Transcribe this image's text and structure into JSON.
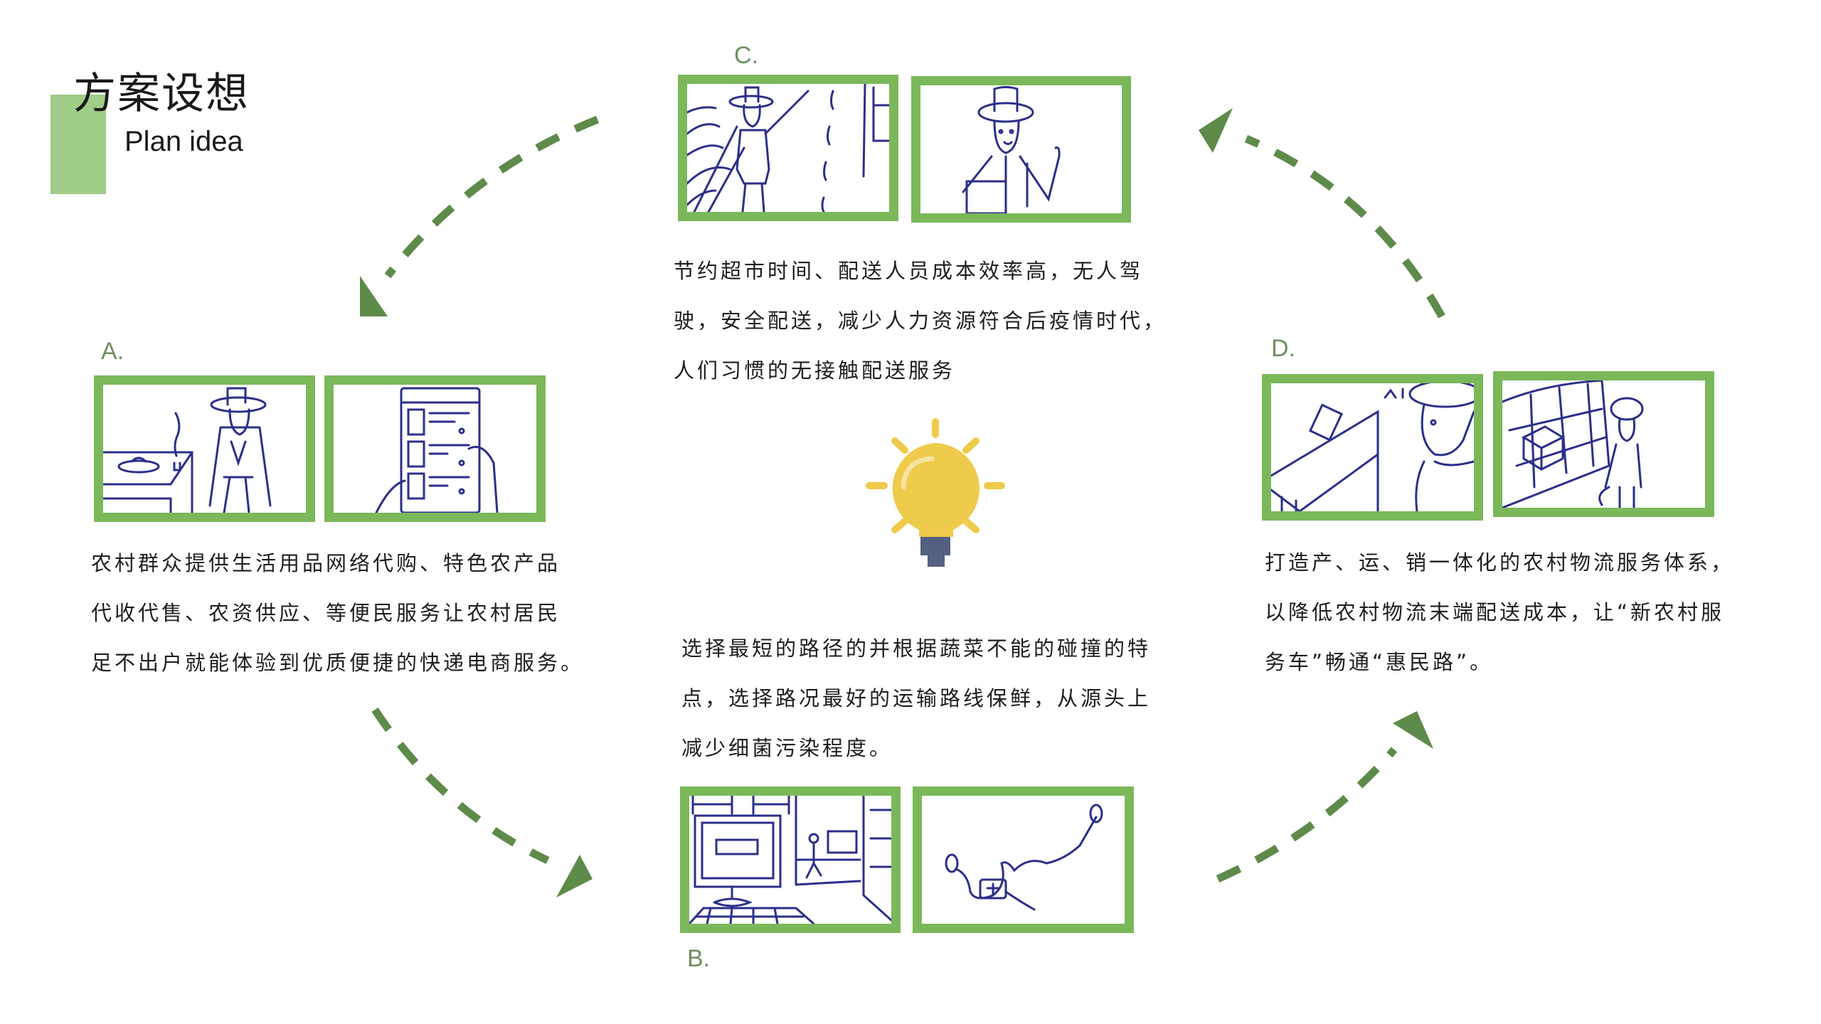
{
  "header": {
    "title_cn": "方案设想",
    "title_en": "Plan idea",
    "accent_block_color": "#A0CD87"
  },
  "colors": {
    "frame_border": "#7AB85A",
    "arrow": "#5E8A4A",
    "step_label": "#6E8F61",
    "sketch_ink": "#2B2F8A",
    "bulb_glass": "#EECB4A",
    "bulb_base": "#556080"
  },
  "center_icon": "lightbulb-icon",
  "steps": [
    {
      "id": "A",
      "label": "A.",
      "frames": [
        "person-sitting-with-tea-and-phone-sketch",
        "hand-holding-phone-app-list-sketch"
      ],
      "lines": [
        "农村群众提供生活用品网络代购、特色农产品",
        "代收代售、农资供应、等便民服务让农村居民",
        "足不出户就能体验到优质便捷的快递电商服务。"
      ]
    },
    {
      "id": "B",
      "label": "B.",
      "frames": [
        "warehouse-computer-sketch",
        "route-map-vehicle-sketch"
      ],
      "lines": [
        "选择最短的路径的并根据蔬菜不能的碰撞的特",
        "点，选择路况最好的运输路线保鲜，从源头上",
        "减少细菌污染程度。"
      ]
    },
    {
      "id": "C",
      "label": "C.",
      "frames": [
        "farmer-in-field-by-road-sketch",
        "delivery-person-with-package-thumbs-up-sketch"
      ],
      "lines": [
        "节约超市时间、配送人员成本效率高，无人驾",
        "驶，安全配送，减少人力资源符合后疫情时代，",
        "人们习惯的无接触配送服务"
      ]
    },
    {
      "id": "D",
      "label": "D.",
      "frames": [
        "phone-ringing-on-table-sketch",
        "person-at-parcel-locker-sketch"
      ],
      "lines": [
        "打造产、运、销一体化的农村物流服务体系，",
        "以降低农村物流末端配送成本，让“新农村服",
        "务车”畅通“惠民路”。"
      ]
    }
  ]
}
